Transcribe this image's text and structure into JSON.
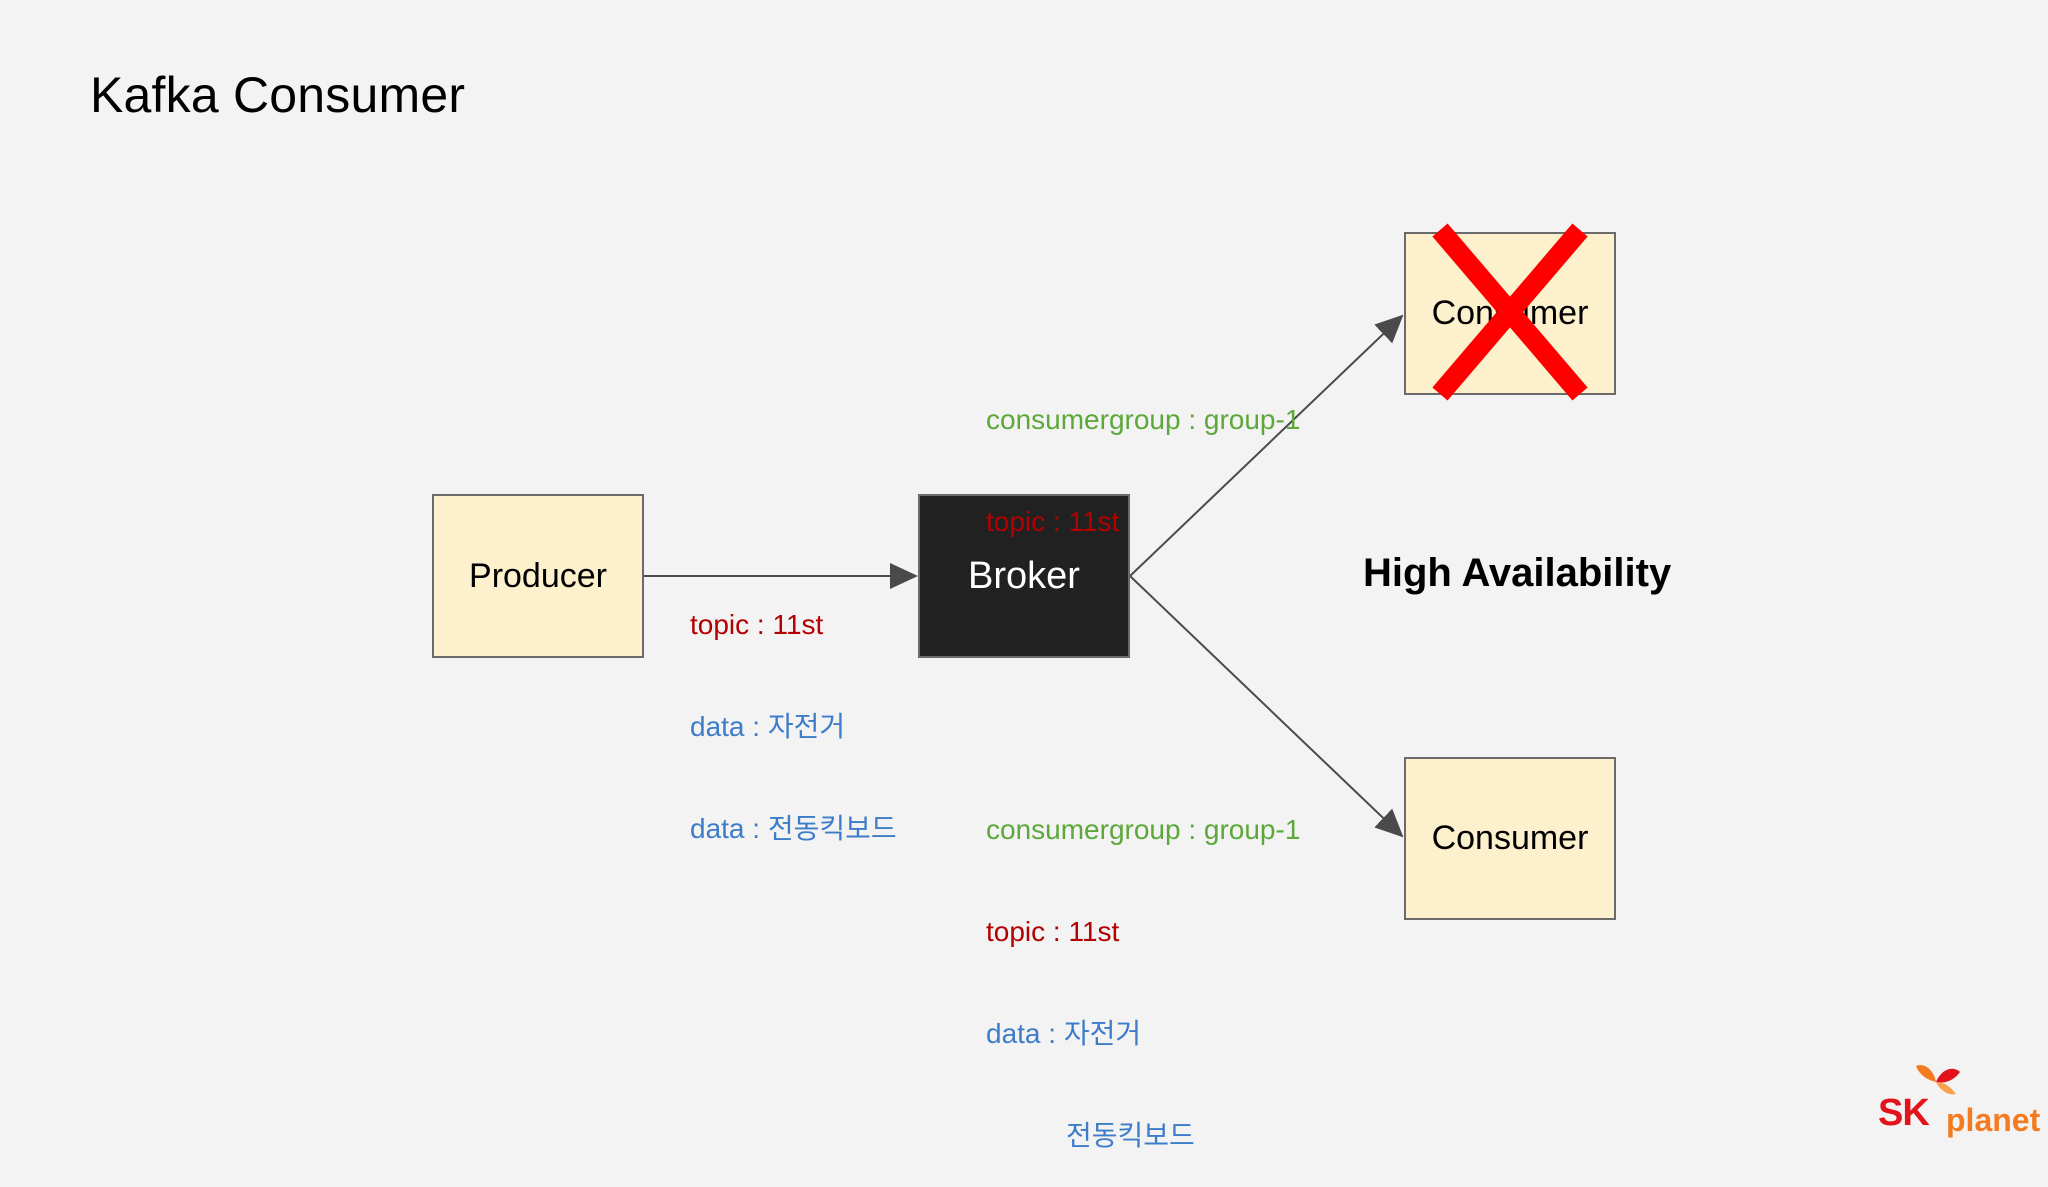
{
  "title": "Kafka Consumer",
  "nodes": {
    "producer": "Producer",
    "broker": "Broker",
    "consumer_top": "Consumer",
    "consumer_bottom": "Consumer"
  },
  "producer_edge": {
    "topic": "topic : 11st",
    "data_1": "data : 자전거",
    "data_2": "data : 전동킥보드"
  },
  "top_edge": {
    "consumergroup": "consumergroup : group-1",
    "topic": "topic : 11st"
  },
  "bottom_edge": {
    "consumergroup": "consumergroup : group-1",
    "topic": "topic : 11st",
    "data_1": "data : 자전거",
    "data_2": "전동킥보드"
  },
  "annotation": "High Availability",
  "logo": {
    "sk": "SK",
    "planet": "planet"
  },
  "colors": {
    "box_fill": "#fdf0cc",
    "broker_fill": "#212121",
    "consumergroup_text": "#5da83a",
    "topic_text": "#b30000",
    "data_text": "#3d7cc9",
    "failure_mark": "#ff0000"
  }
}
